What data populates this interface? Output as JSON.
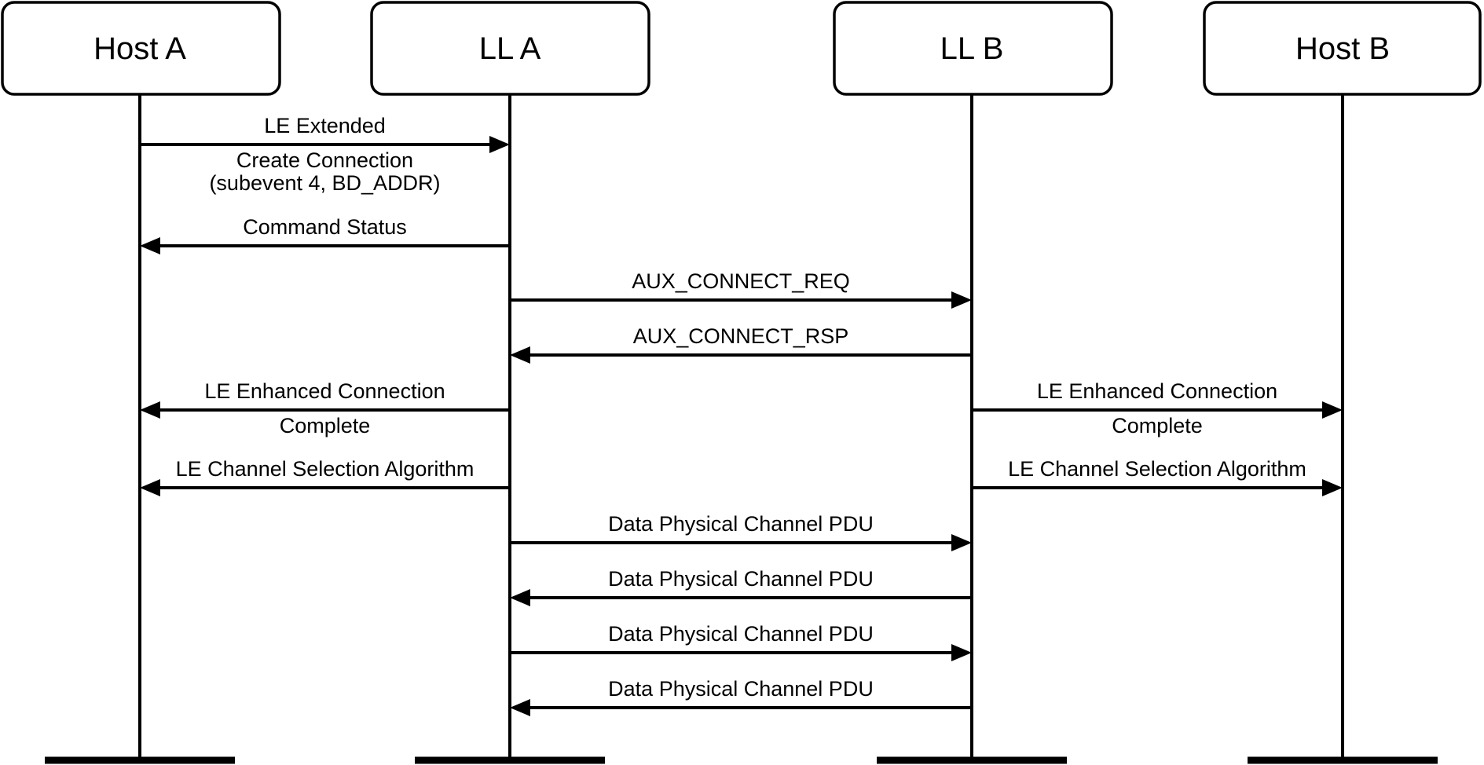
{
  "participants": [
    {
      "id": "host_a",
      "label": "Host A"
    },
    {
      "id": "ll_a",
      "label": "LL A"
    },
    {
      "id": "ll_b",
      "label": "LL B"
    },
    {
      "id": "host_b",
      "label": "Host B"
    }
  ],
  "messages": [
    {
      "from": "host_a",
      "to": "ll_a",
      "above": "LE Extended",
      "below": [
        "Create Connection",
        "(subevent 4, BD_ADDR)"
      ]
    },
    {
      "from": "ll_a",
      "to": "host_a",
      "above": "Command Status",
      "below": []
    },
    {
      "from": "ll_a",
      "to": "ll_b",
      "above": "AUX_CONNECT_REQ",
      "below": []
    },
    {
      "from": "ll_b",
      "to": "ll_a",
      "above": "AUX_CONNECT_RSP",
      "below": []
    },
    {
      "from": "ll_a",
      "to": "host_a",
      "above": "LE Enhanced Connection",
      "below": [
        "Complete"
      ]
    },
    {
      "from": "ll_b",
      "to": "host_b",
      "above": "LE Enhanced Connection",
      "below": [
        "Complete"
      ]
    },
    {
      "from": "ll_a",
      "to": "host_a",
      "above": "LE Channel Selection Algorithm",
      "below": []
    },
    {
      "from": "ll_b",
      "to": "host_b",
      "above": "LE Channel Selection Algorithm",
      "below": []
    },
    {
      "from": "ll_a",
      "to": "ll_b",
      "above": "Data Physical Channel PDU",
      "below": []
    },
    {
      "from": "ll_b",
      "to": "ll_a",
      "above": "Data Physical Channel PDU",
      "below": []
    },
    {
      "from": "ll_a",
      "to": "ll_b",
      "above": "Data Physical Channel PDU",
      "below": []
    },
    {
      "from": "ll_b",
      "to": "ll_a",
      "above": "Data Physical Channel PDU",
      "below": []
    }
  ]
}
